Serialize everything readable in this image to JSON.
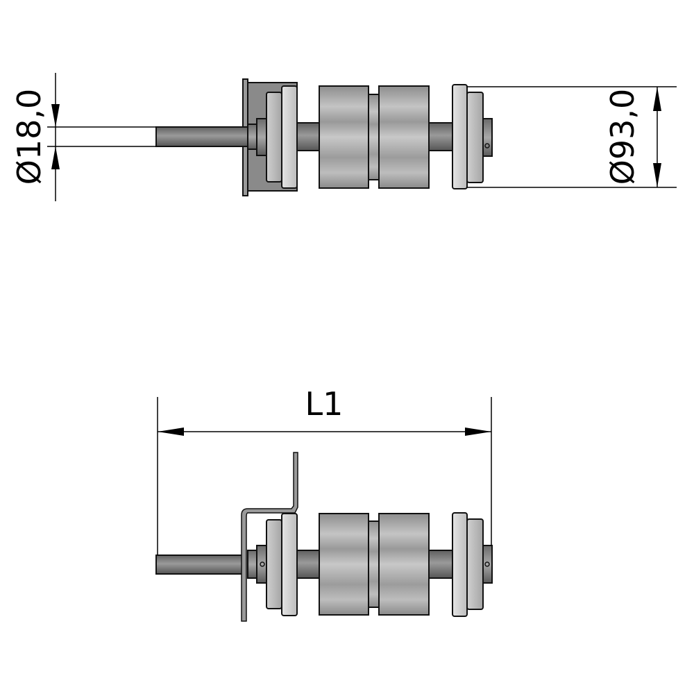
{
  "drawing": {
    "top_view": {
      "shaft_diameter_label": "Ø18,0",
      "roller_diameter_label": "Ø93,0"
    },
    "side_view": {
      "length_label": "L1"
    }
  },
  "colors": {
    "line": "#000000",
    "plate": "#8a8a8a",
    "metal_light": "#d8d8d8",
    "metal_dark": "#6e6e6e"
  }
}
